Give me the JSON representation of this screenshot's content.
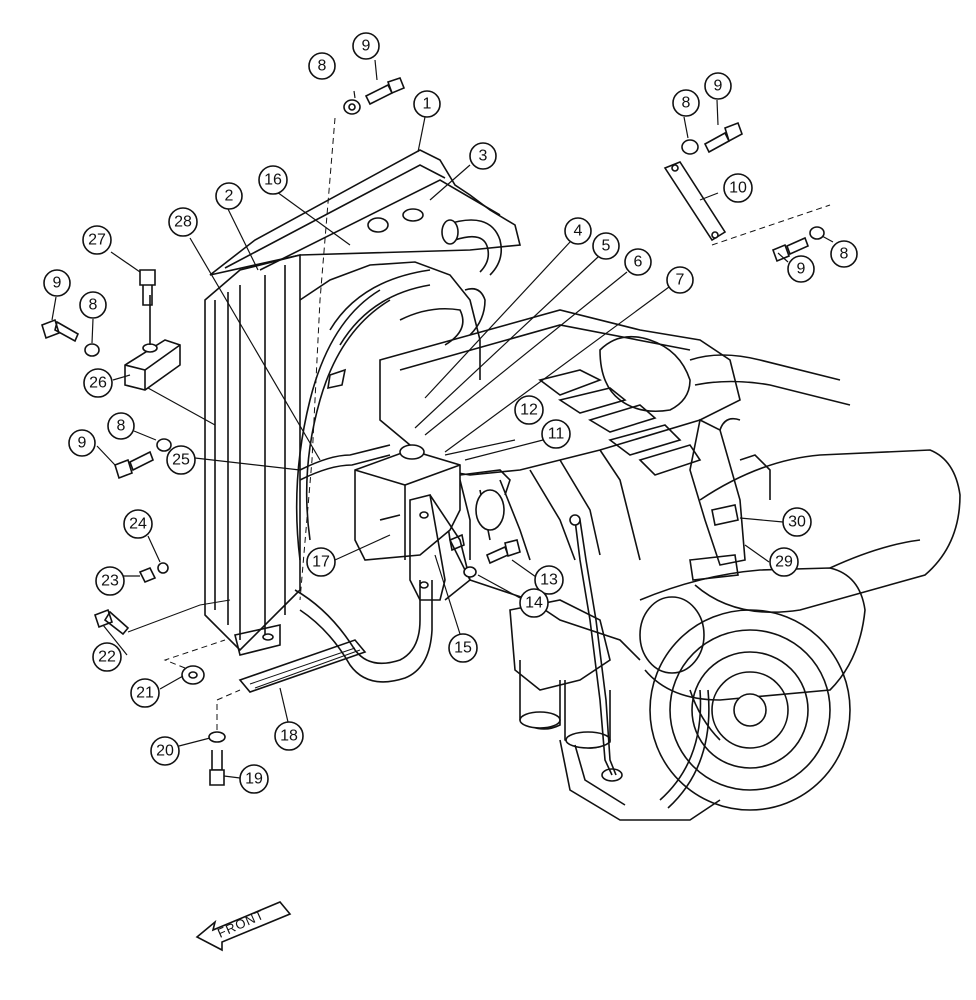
{
  "diagram": {
    "direction_label": "FRONT",
    "callouts": [
      {
        "id": "c1",
        "label": "1"
      },
      {
        "id": "c2",
        "label": "2"
      },
      {
        "id": "c3",
        "label": "3"
      },
      {
        "id": "c4",
        "label": "4"
      },
      {
        "id": "c5",
        "label": "5"
      },
      {
        "id": "c6",
        "label": "6"
      },
      {
        "id": "c7",
        "label": "7"
      },
      {
        "id": "c8a",
        "label": "8"
      },
      {
        "id": "c9a",
        "label": "9"
      },
      {
        "id": "c8b",
        "label": "8"
      },
      {
        "id": "c9b",
        "label": "9"
      },
      {
        "id": "c10",
        "label": "10"
      },
      {
        "id": "c9c",
        "label": "9"
      },
      {
        "id": "c8c",
        "label": "8"
      },
      {
        "id": "c11",
        "label": "11"
      },
      {
        "id": "c12",
        "label": "12"
      },
      {
        "id": "c13",
        "label": "13"
      },
      {
        "id": "c14",
        "label": "14"
      },
      {
        "id": "c15",
        "label": "15"
      },
      {
        "id": "c16",
        "label": "16"
      },
      {
        "id": "c17",
        "label": "17"
      },
      {
        "id": "c18",
        "label": "18"
      },
      {
        "id": "c19",
        "label": "19"
      },
      {
        "id": "c20",
        "label": "20"
      },
      {
        "id": "c21",
        "label": "21"
      },
      {
        "id": "c22",
        "label": "22"
      },
      {
        "id": "c23",
        "label": "23"
      },
      {
        "id": "c24",
        "label": "24"
      },
      {
        "id": "c25",
        "label": "25"
      },
      {
        "id": "c26",
        "label": "26"
      },
      {
        "id": "c27",
        "label": "27"
      },
      {
        "id": "c28",
        "label": "28"
      },
      {
        "id": "c29",
        "label": "29"
      },
      {
        "id": "c30",
        "label": "30"
      },
      {
        "id": "c9d",
        "label": "9"
      },
      {
        "id": "c8d",
        "label": "8"
      },
      {
        "id": "c9e",
        "label": "9"
      },
      {
        "id": "c8e",
        "label": "8"
      }
    ]
  }
}
